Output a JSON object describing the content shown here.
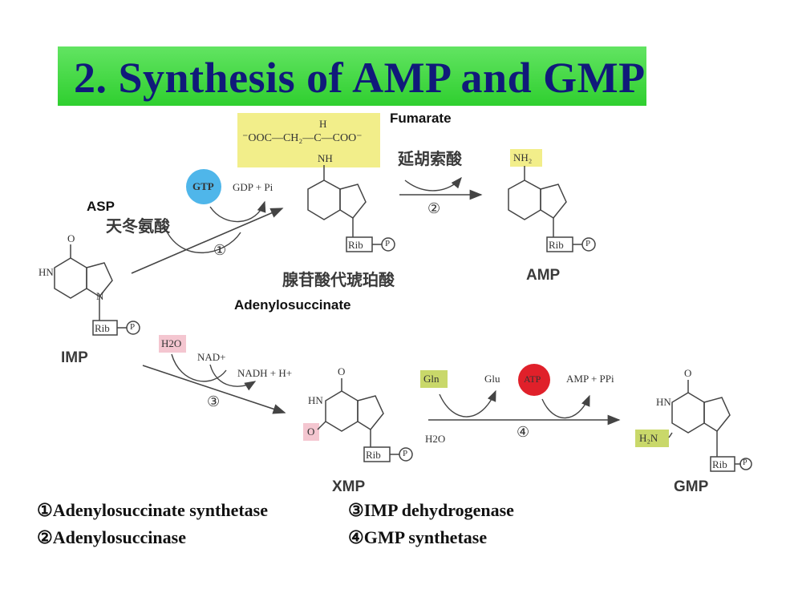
{
  "title": "2. Synthesis of AMP and GMP",
  "labels": {
    "fumarate": "Fumarate",
    "fumarate_cn": "延胡索酸",
    "asp": "ASP",
    "asp_cn": "天冬氨酸",
    "adenylosuccinate": "Adenylosuccinate",
    "adenylosuccinate_cn": "腺苷酸代琥珀酸",
    "imp": "IMP",
    "amp": "AMP",
    "xmp": "XMP",
    "gmp": "GMP"
  },
  "cofactors": {
    "gtp": "GTP",
    "gdp_pi": "GDP + Pi",
    "h2o_top": "H2O",
    "nad": "NAD+",
    "nadh": "NADH + H+",
    "gln": "Gln",
    "glu": "Glu",
    "atp": "ATP",
    "amp_ppi": "AMP + PPi",
    "h2o_bottom": "H2O"
  },
  "structure_text": {
    "ooc_chain": "⁻OOC—CH₂—C—COO⁻",
    "h": "H",
    "nh": "NH",
    "nh2": "NH₂",
    "h2n": "H₂N",
    "o": "O",
    "hn": "HN",
    "n": "N",
    "rib": "Rib",
    "p": "P"
  },
  "steps": [
    "①",
    "②",
    "③",
    "④"
  ],
  "legend": {
    "l1": "①Adenylosuccinate synthetase",
    "l2": "②Adenylosuccinase",
    "l3": "③IMP dehydrogenase",
    "l4": "④GMP synthetase"
  },
  "colors": {
    "title_bg": "#3ad43a",
    "title_text": "#101a7a",
    "gtp": "#4fb6ea",
    "atp": "#e0202a",
    "highlight_yellow": "#f2ee8a",
    "highlight_green": "#c9d86a",
    "highlight_pink": "#f4c6d0"
  }
}
